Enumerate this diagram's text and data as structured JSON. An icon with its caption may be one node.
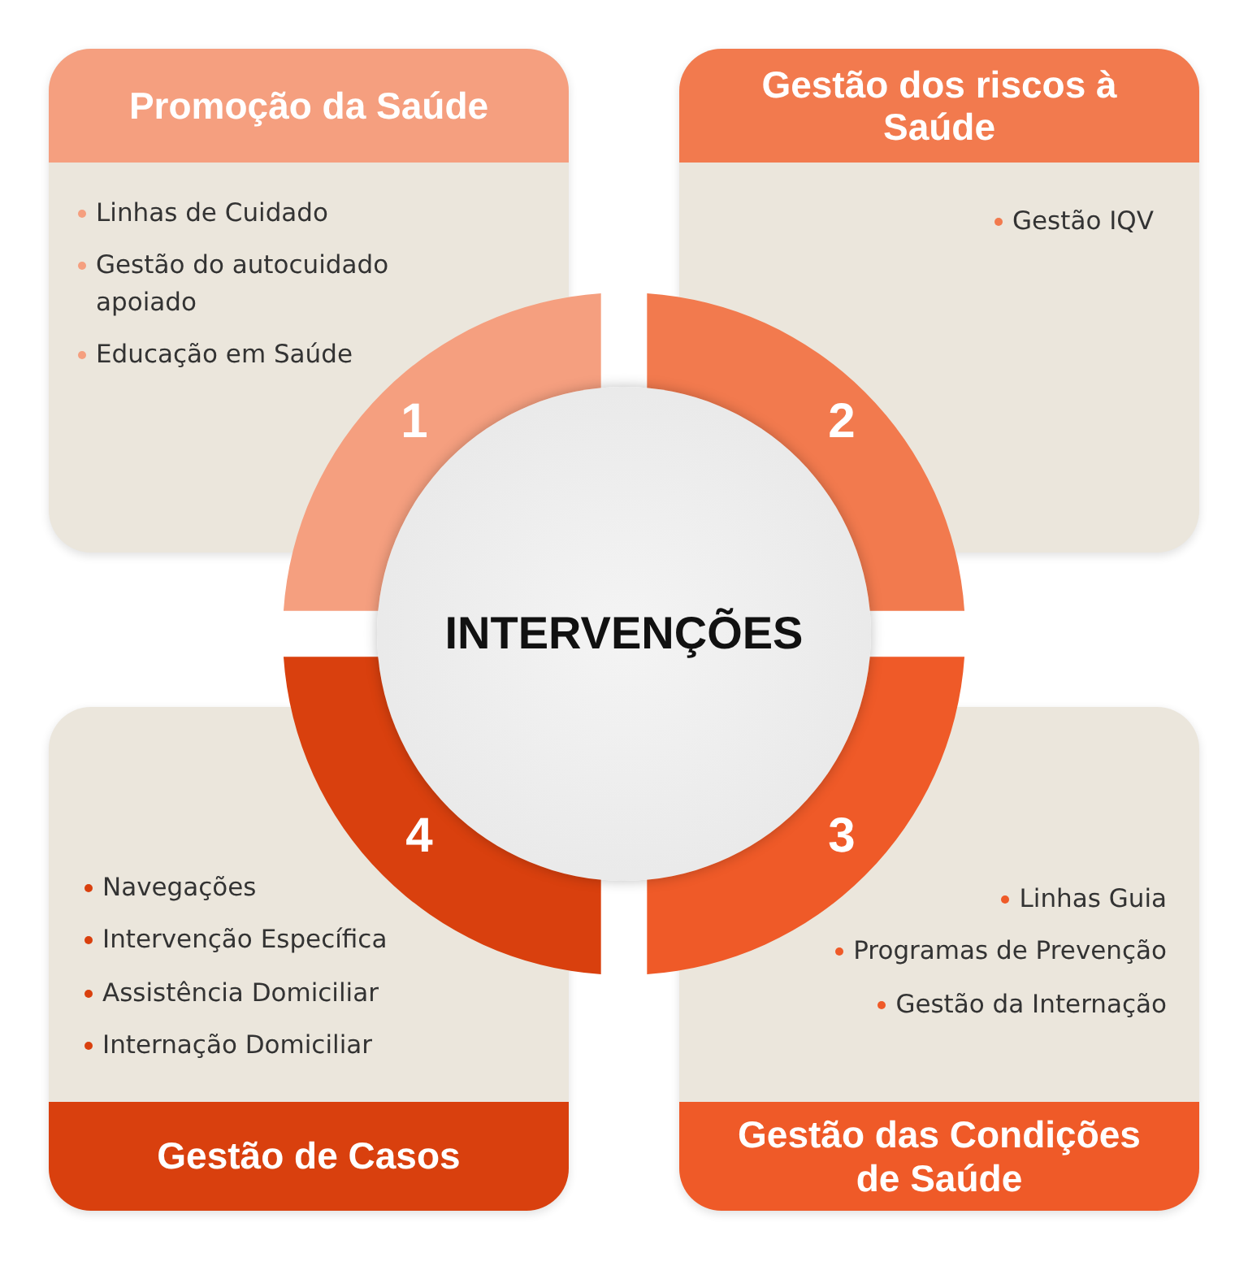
{
  "diagram": {
    "nodes": [
      {
        "text": [
          "Promoção da Saúde",
          "Linhas de Cuidado",
          "Gestão do autocuidado apoiado",
          "Educação em Saúde"
        ]
      },
      {
        "text": [
          "Gestão dos riscos à Saúde",
          "Gestão IQV"
        ]
      },
      {
        "text": [
          "Navegações",
          "Intervenção Específica",
          "Assistência Domiciliar",
          "Internação Domiciliar",
          "Gestão de Casos"
        ]
      },
      {
        "text": [
          "Linhas Guia",
          "Programas de Prevenção",
          "Gestão da Internação",
          "Gestão das Condições de Saúde"
        ]
      },
      {
        "text": [
          "1"
        ]
      },
      {
        "text": [
          "2"
        ]
      },
      {
        "text": [
          "4"
        ]
      },
      {
        "text": [
          "3"
        ]
      },
      {
        "text": [
          "INTERVENÇÕES"
        ]
      }
    ]
  }
}
